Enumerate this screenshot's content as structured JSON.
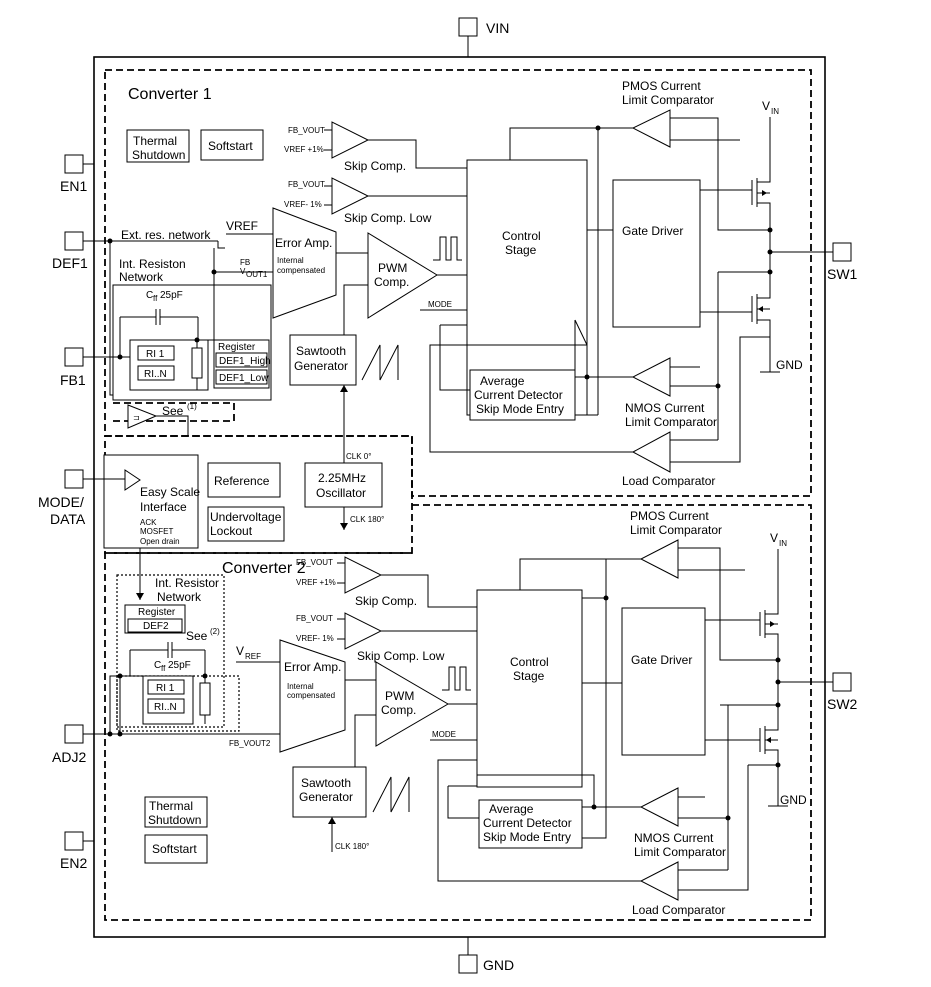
{
  "pins": {
    "vin": "VIN",
    "gnd": "GND",
    "en1": "EN1",
    "def1": "DEF1",
    "fb1": "FB1",
    "mode_data_l1": "MODE/",
    "mode_data_l2": "DATA",
    "adj2": "ADJ2",
    "en2": "EN2",
    "sw1": "SW1",
    "sw2": "SW2"
  },
  "converter1": {
    "title": "Converter 1",
    "thermal_l1": "Thermal",
    "thermal_l2": "Shutdown",
    "softstart": "Softstart",
    "ext_res": "Ext. res. network",
    "int_res_l1": "Int. Resiston",
    "int_res_l2": "Network",
    "cap": "C",
    "cap_sub": "ff",
    "cap_val": "25pF",
    "ri1": "RI 1",
    "rin": "RI..N",
    "register": "Register",
    "def1_high": "DEF1_High",
    "def1_low": "DEF1_Low",
    "see": "See",
    "see_note": "(1)",
    "fb_vout_a": "FB_VOUT",
    "vref_p": "VREF +1%",
    "skip_comp": "Skip Comp.",
    "fb_vout_b": "FB_VOUT",
    "vref_m": "VREF- 1%",
    "skip_comp_low": "Skip Comp. Low",
    "vref": "VREF",
    "fb": "FB",
    "vout1": "V",
    "vout1_sub": "OUT1",
    "error_amp": "Error Amp.",
    "internal": "Internal",
    "compensated": "compensated",
    "pwm_l1": "PWM",
    "pwm_l2": "Comp.",
    "mode": "MODE",
    "sawtooth_l1": "Sawtooth",
    "sawtooth_l2": "Generator",
    "control_l1": "Control",
    "control_l2": "Stage",
    "gate_driver": "Gate Driver",
    "avg_l1": "Average",
    "avg_l2": "Current Detector",
    "avg_l3": "Skip Mode Entry",
    "pmos_l1": "PMOS Current",
    "pmos_l2": "Limit Comparator",
    "nmos_l1": "NMOS Current",
    "nmos_l2": "Limit Comparator",
    "load_comp": "Load Comparator",
    "vin_lbl": "V",
    "vin_sub": "IN",
    "gnd_lbl": "GND"
  },
  "shared": {
    "easy_l1": "Easy Scale",
    "easy_l2": "Interface",
    "ack": "ACK",
    "mosfet": "MOSFET",
    "open_drain": "Open drain",
    "reference": "Reference",
    "uvlo_l1": "Undervoltage",
    "uvlo_l2": "Lockout",
    "osc_l1": "2.25MHz",
    "osc_l2": "Oscillator",
    "clk0": "CLK 0°",
    "clk180": "CLK 180°"
  },
  "converter2": {
    "title": "Converter 2",
    "int_res_l1": "Int. Resistor",
    "int_res_l2": "Network",
    "register": "Register",
    "def2": "DEF2",
    "see": "See",
    "see_note": "(2)",
    "cap": "C",
    "cap_sub": "ff",
    "cap_val": "25pF",
    "ri1": "RI 1",
    "rin": "RI..N",
    "vref": "V",
    "vref_sub": "REF",
    "fb_vout2": "FB_VOUT2",
    "fb_vout_a": "FB_VOUT",
    "vref_p": "VREF +1%",
    "skip_comp": "Skip Comp.",
    "fb_vout_b": "FB_VOUT",
    "vref_m": "VREF- 1%",
    "skip_comp_low": "Skip Comp. Low",
    "error_amp": "Error Amp.",
    "internal": "Internal",
    "compensated": "compensated",
    "pwm_l1": "PWM",
    "pwm_l2": "Comp.",
    "mode": "MODE",
    "sawtooth_l1": "Sawtooth",
    "sawtooth_l2": "Generator",
    "clk180": "CLK 180°",
    "thermal_l1": "Thermal",
    "thermal_l2": "Shutdown",
    "softstart": "Softstart",
    "control_l1": "Control",
    "control_l2": "Stage",
    "gate_driver": "Gate Driver",
    "avg_l1": "Average",
    "avg_l2": "Current Detector",
    "avg_l3": "Skip Mode Entry",
    "pmos_l1": "PMOS Current",
    "pmos_l2": "Limit Comparator",
    "nmos_l1": "NMOS Current",
    "nmos_l2": "Limit Comparator",
    "load_comp": "Load Comparator",
    "vin_lbl": "V",
    "vin_sub": "IN",
    "gnd_lbl": "GND"
  }
}
